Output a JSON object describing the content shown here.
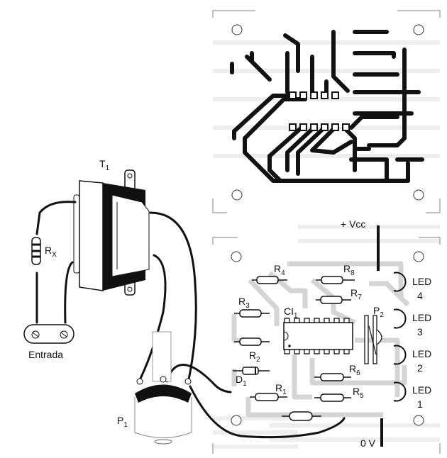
{
  "labels": {
    "t1": {
      "main": "T",
      "sub": "1"
    },
    "rx": {
      "main": "R",
      "sub": "X"
    },
    "entrada": "Entrada",
    "p1": {
      "main": "P",
      "sub": "1"
    },
    "vcc": "+ Vcc",
    "zero_v": "0 V",
    "r1": {
      "main": "R",
      "sub": "1"
    },
    "r2": {
      "main": "R",
      "sub": "2"
    },
    "r3": {
      "main": "R",
      "sub": "3"
    },
    "r4": {
      "main": "R",
      "sub": "4"
    },
    "r5": {
      "main": "R",
      "sub": "5"
    },
    "r6": {
      "main": "R",
      "sub": "6"
    },
    "r7": {
      "main": "R",
      "sub": "7"
    },
    "r8": {
      "main": "R",
      "sub": "8"
    },
    "ci1": {
      "main": "CI",
      "sub": "1"
    },
    "p2": {
      "main": "P",
      "sub": "2"
    },
    "d1": {
      "main": "D",
      "sub": "1"
    },
    "leds": [
      {
        "text": "LED",
        "num": "4"
      },
      {
        "text": "LED",
        "num": "3"
      },
      {
        "text": "LED",
        "num": "2"
      },
      {
        "text": "LED",
        "num": "1"
      }
    ]
  }
}
